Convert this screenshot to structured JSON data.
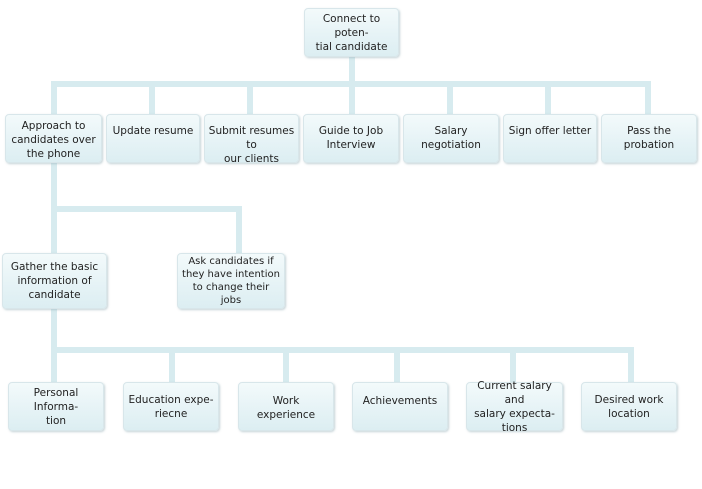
{
  "colors": {
    "connector": "#d7ebef",
    "node_fill": "#e6f3f6",
    "node_border": "#d8e6ea",
    "text": "#222222"
  },
  "root": "Connect to poten-\ntial candidate",
  "level1": [
    "Approach to\ncandidates over\nthe phone",
    "Update resume",
    "Submit resumes to\nour clients",
    "Guide to Job\nInterview",
    "Salary negotiation",
    "Sign offer letter",
    "Pass the probation"
  ],
  "level2": [
    "Gather the basic\ninformation of\ncandidate",
    "Ask candidates if\nthey have intention\nto change their\njobs"
  ],
  "level3": [
    "Personal Informa-\ntion",
    "Education expe-\nriecne",
    "Work experience",
    "Achievements",
    "Current salary and\nsalary expecta-\ntions",
    "Desired work\nlocation"
  ]
}
